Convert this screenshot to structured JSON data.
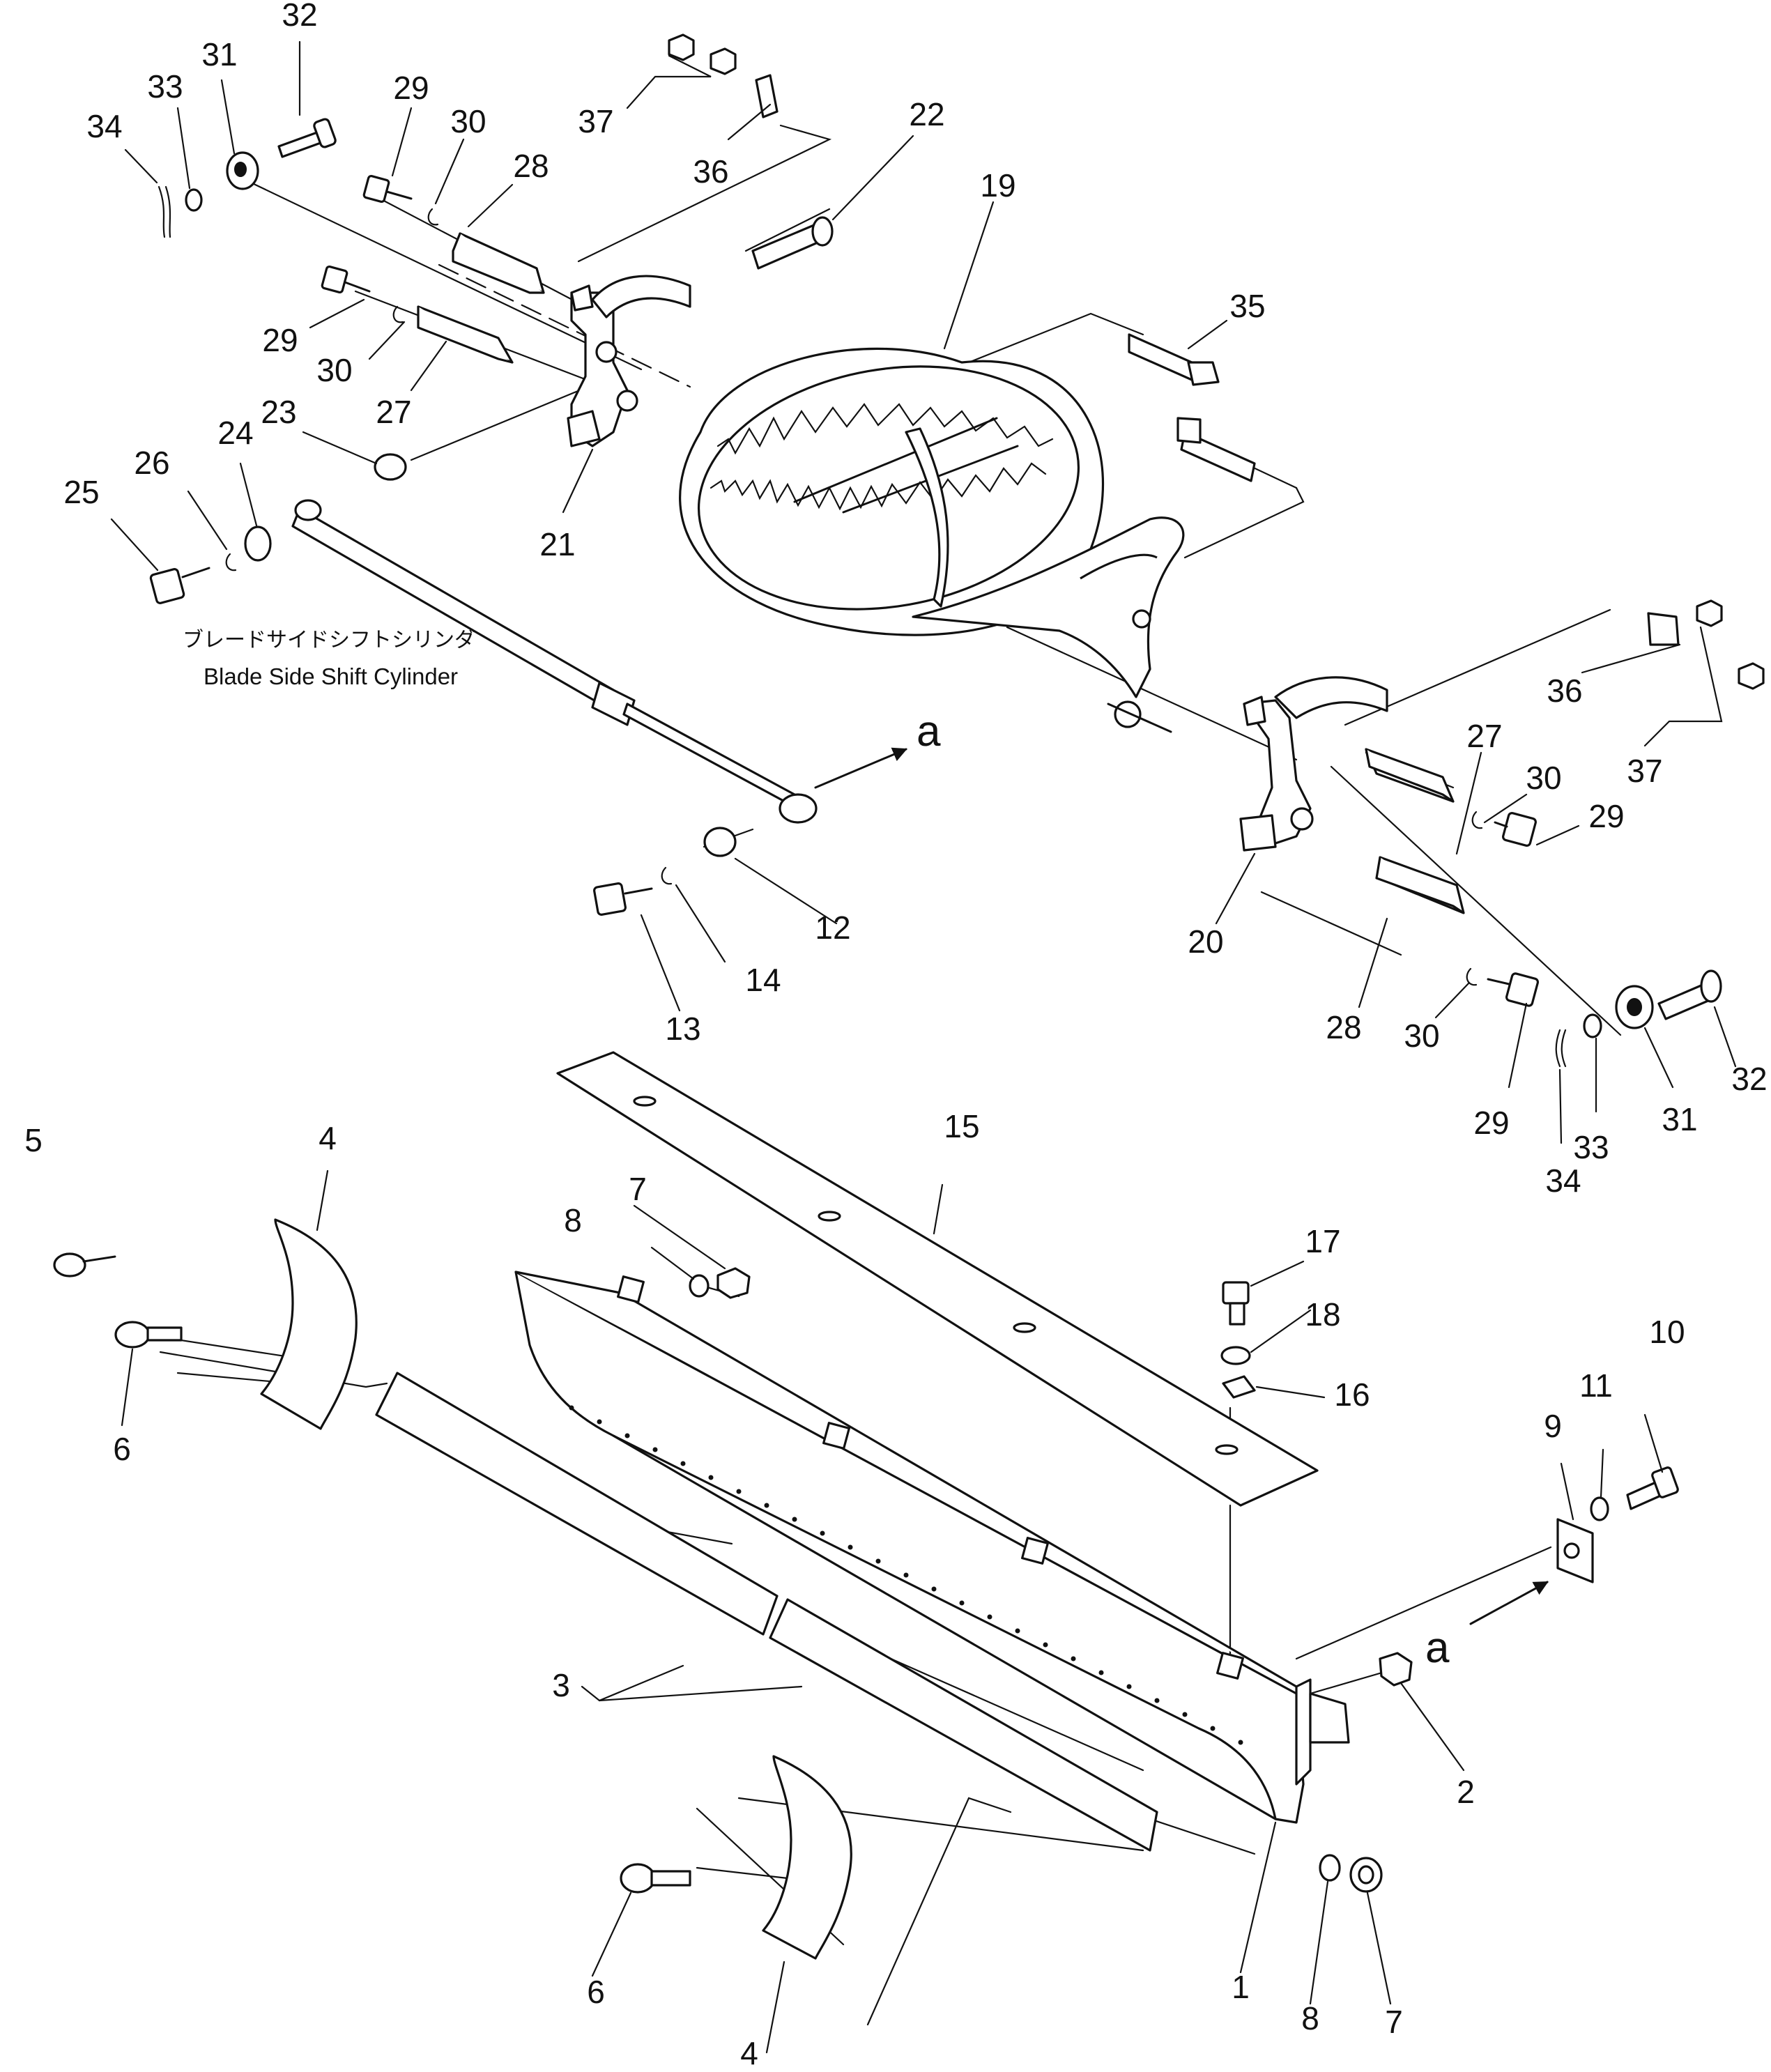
{
  "callouts": {
    "n1": "1",
    "n2": "2",
    "n3": "3",
    "n4a": "4",
    "n4b": "4",
    "n5": "5",
    "n6a": "6",
    "n6b": "6",
    "n7a": "7",
    "n7b": "7",
    "n8a": "8",
    "n8b": "8",
    "n9": "9",
    "n10": "10",
    "n11": "11",
    "n12": "12",
    "n13": "13",
    "n14": "14",
    "n15": "15",
    "n16": "16",
    "n17": "17",
    "n18": "18",
    "n19": "19",
    "n20": "20",
    "n21": "21",
    "n22": "22",
    "n23": "23",
    "n24": "24",
    "n25": "25",
    "n26": "26",
    "n27a": "27",
    "n27b": "27",
    "n28a": "28",
    "n28b": "28",
    "n29a": "29",
    "n29b": "29",
    "n29c": "29",
    "n29d": "29",
    "n30a": "30",
    "n30b": "30",
    "n30c": "30",
    "n30d": "30",
    "n31a": "31",
    "n31b": "31",
    "n32a": "32",
    "n32b": "32",
    "n33a": "33",
    "n33b": "33",
    "n34a": "34",
    "n34b": "34",
    "n35": "35",
    "n36a": "36",
    "n36b": "36",
    "n37a": "37",
    "n37b": "37"
  },
  "cylinder_label": {
    "ja": "ブレードサイドシフトシリンダ",
    "en": "Blade Side Shift Cylinder"
  },
  "view_markers": {
    "a1": "a",
    "a2": "a"
  }
}
